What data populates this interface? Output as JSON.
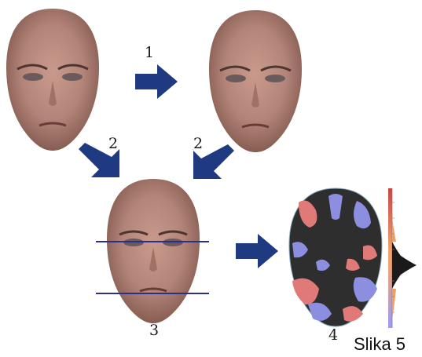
{
  "figure": {
    "caption": "Slika 5",
    "steps": {
      "step1": "1",
      "step2_left": "2",
      "step2_right": "2",
      "step3": "3",
      "step4": "4"
    },
    "colors": {
      "arrow": "#203a82",
      "skin": "#b8877a",
      "skin_shadow": "#7c5247",
      "guide_line": "#2a2f8a",
      "map_background": "#2e2e2e",
      "map_red": "#e07a78",
      "map_blue": "#8c8fe0",
      "histogram": "#1a1a1a",
      "scale_warm": "#f0a060"
    }
  }
}
